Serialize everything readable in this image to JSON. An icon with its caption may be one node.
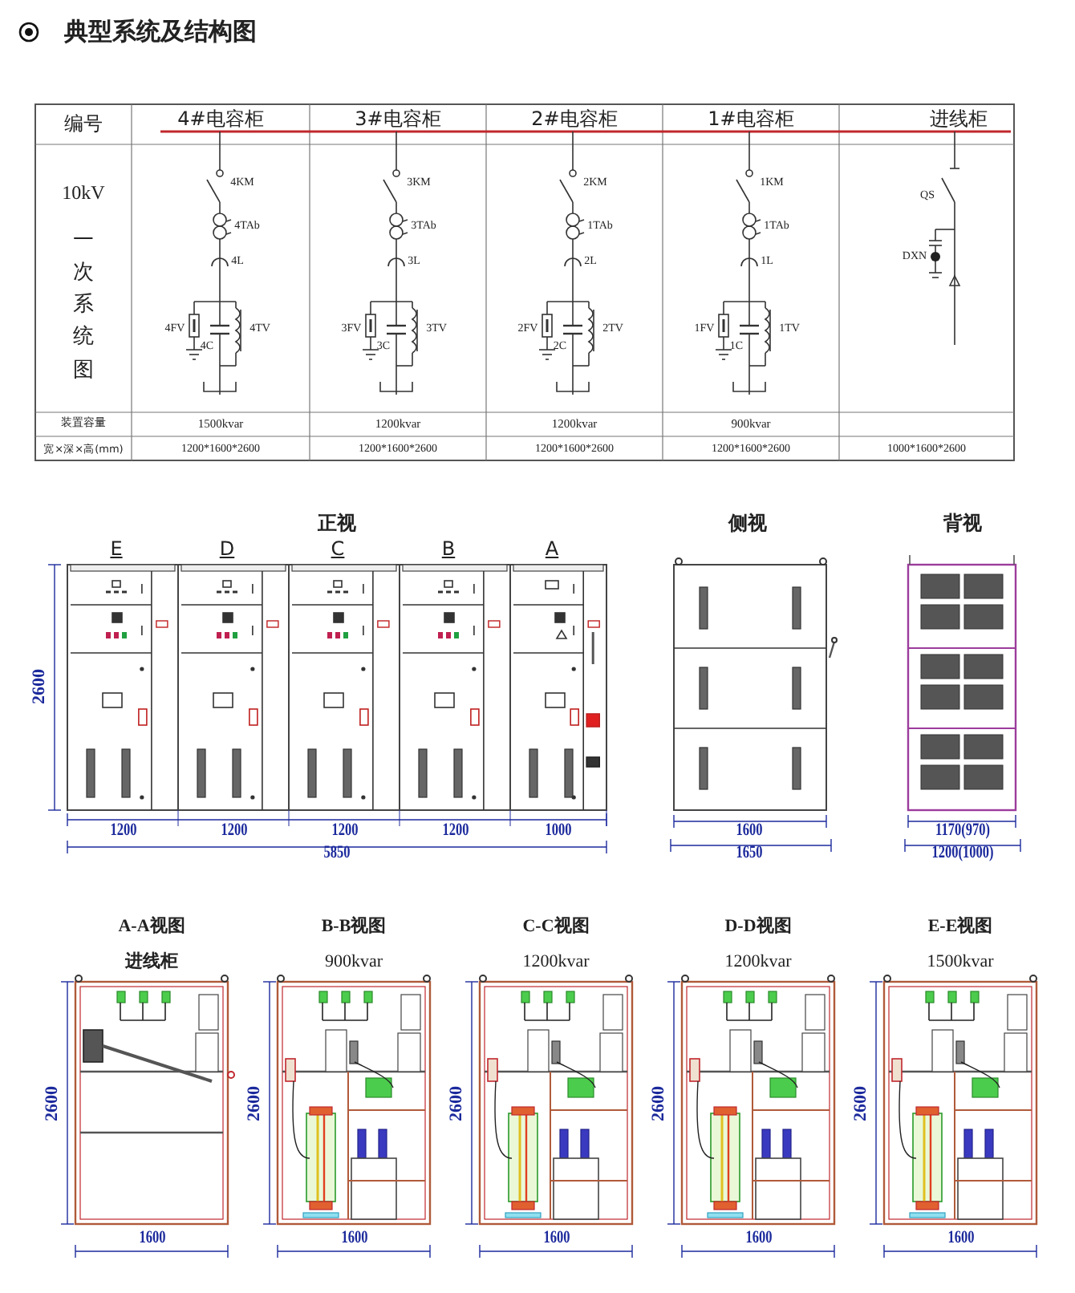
{
  "diagram": {
    "title": "典型系统及结构图",
    "labels": [
      "编号",
      "4#电容柜",
      "3#电容柜",
      "2#电容柜",
      "1#电容柜",
      "进线柜",
      "10kV",
      "一次系统图",
      "4KM",
      "4TAb",
      "4L",
      "4FV",
      "4C",
      "4TV",
      "3KM",
      "3TAb",
      "3L",
      "3FV",
      "3C",
      "3TV",
      "2KM",
      "1TAb",
      "2L",
      "2FV",
      "2C",
      "2TV",
      "1KM",
      "1TAb",
      "1L",
      "1FV",
      "1C",
      "1TV",
      "QS",
      "DXN",
      "装置容量",
      "1500kvar",
      "1200kvar",
      "1200kvar",
      "900kvar",
      "宽×深×高(mm)",
      "1200*1600*2600",
      "1200*1600*2600",
      "1200*1600*2600",
      "1200*1600*2600",
      "1000*1600*2600",
      "正视",
      "侧视",
      "背视",
      "E",
      "D",
      "C",
      "B",
      "A",
      "2600",
      "1200",
      "1200",
      "1200",
      "1200",
      "1000",
      "5850",
      "1600",
      "1650",
      "1170(970)",
      "1200(1000)",
      "A-A视图",
      "进线柜",
      "2600",
      "1600",
      "B-B视图",
      "900kvar",
      "2600",
      "1600",
      "C-C视图",
      "1200kvar",
      "2600",
      "1600",
      "D-D视图",
      "1200kvar",
      "2600",
      "1600",
      "E-E视图",
      "1500kvar",
      "2600",
      "1600"
    ]
  }
}
